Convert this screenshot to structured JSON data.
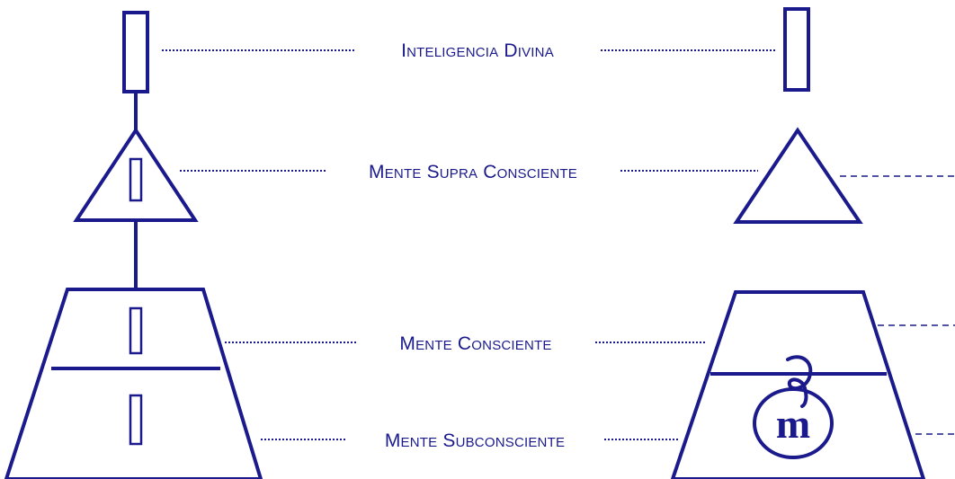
{
  "labels": {
    "divine": "Inteligencia Divina",
    "supra": "Mente Supra Consciente",
    "conscious": "Mente Consciente",
    "subconscious": "Mente Subconsciente"
  },
  "logo_letter": "m",
  "colors": {
    "ink": "#1a1a8c",
    "background": "#ffffff"
  }
}
